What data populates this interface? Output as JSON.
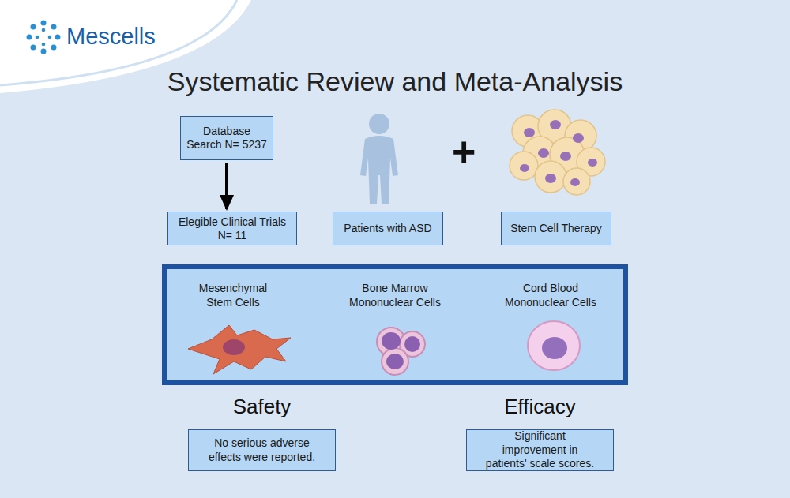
{
  "diagram": {
    "title": "Systematic Review and Meta-Analysis",
    "nodes": [
      {
        "text": [
          "Database Search N= 5237"
        ]
      },
      {
        "text": [
          "Elegible Clinical Trials N= 11"
        ]
      },
      {
        "text": [
          "Patients with ASD"
        ]
      },
      {
        "text": [
          "Stem Cell Therapy"
        ]
      },
      {
        "text": [
          "Mesenchymal Stem Cells",
          "Bone Marrow Mononuclear Cells",
          "Cord Blood Mononuclear Cells"
        ]
      },
      {
        "text": [
          "Safety",
          "No serious adverse effects were reported."
        ]
      },
      {
        "text": [
          "Efficacy",
          "Significant improvement in patients' scale scores."
        ]
      }
    ],
    "edges": [
      {
        "from": 0,
        "to": 1,
        "arrow": "to"
      }
    ],
    "labels": [
      "Mescells",
      "+"
    ]
  }
}
